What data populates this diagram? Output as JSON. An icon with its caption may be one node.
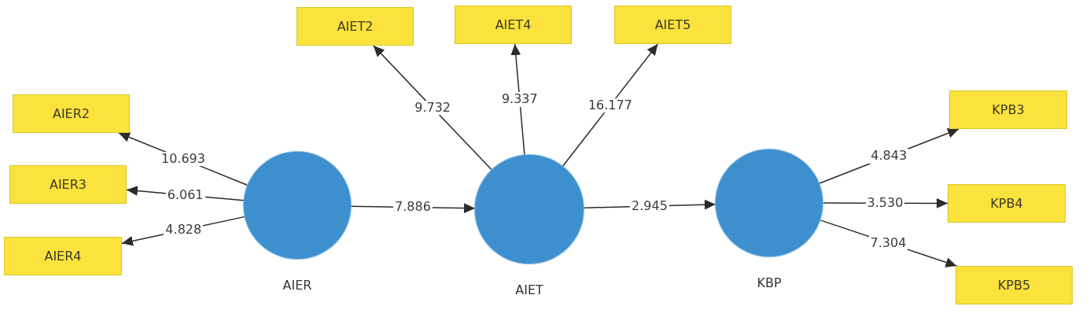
{
  "diagram": {
    "nodes": [
      {
        "text": [
          "AIET2"
        ]
      },
      {
        "text": [
          "AIET4"
        ]
      },
      {
        "text": [
          "AIET5"
        ]
      },
      {
        "text": [
          "AIER2"
        ]
      },
      {
        "text": [
          "AIER3"
        ]
      },
      {
        "text": [
          "AIER4"
        ]
      },
      {
        "text": [],
        "shape": "circle",
        "beside": [
          "AIER"
        ]
      },
      {
        "text": [],
        "shape": "circle",
        "beside": [
          "AIET"
        ]
      },
      {
        "text": [],
        "shape": "circle",
        "beside": [
          "KBP"
        ]
      },
      {
        "text": [
          "KPB3"
        ]
      },
      {
        "text": [
          "KPB4"
        ]
      },
      {
        "text": [
          "KPB5"
        ]
      }
    ],
    "edges": [
      {
        "from": 6,
        "to": 3,
        "arrow": "to",
        "label": "10.693"
      },
      {
        "from": 6,
        "to": 4,
        "arrow": "to",
        "label": "6.061"
      },
      {
        "from": 6,
        "to": 5,
        "arrow": "to",
        "label": "4.828"
      },
      {
        "from": 6,
        "to": 7,
        "arrow": "to",
        "label": "7.886"
      },
      {
        "from": 7,
        "to": 0,
        "arrow": "to",
        "label": "9.732"
      },
      {
        "from": 7,
        "to": 1,
        "arrow": "to",
        "label": "9.337"
      },
      {
        "from": 7,
        "to": 2,
        "arrow": "to",
        "label": "16.177"
      },
      {
        "from": 7,
        "to": 8,
        "arrow": "to",
        "label": "2.945"
      },
      {
        "from": 8,
        "to": 9,
        "arrow": "to",
        "label": "4.843"
      },
      {
        "from": 8,
        "to": 10,
        "arrow": "to",
        "label": "3.530"
      },
      {
        "from": 8,
        "to": 11,
        "arrow": "to",
        "label": "7.304"
      }
    ]
  }
}
